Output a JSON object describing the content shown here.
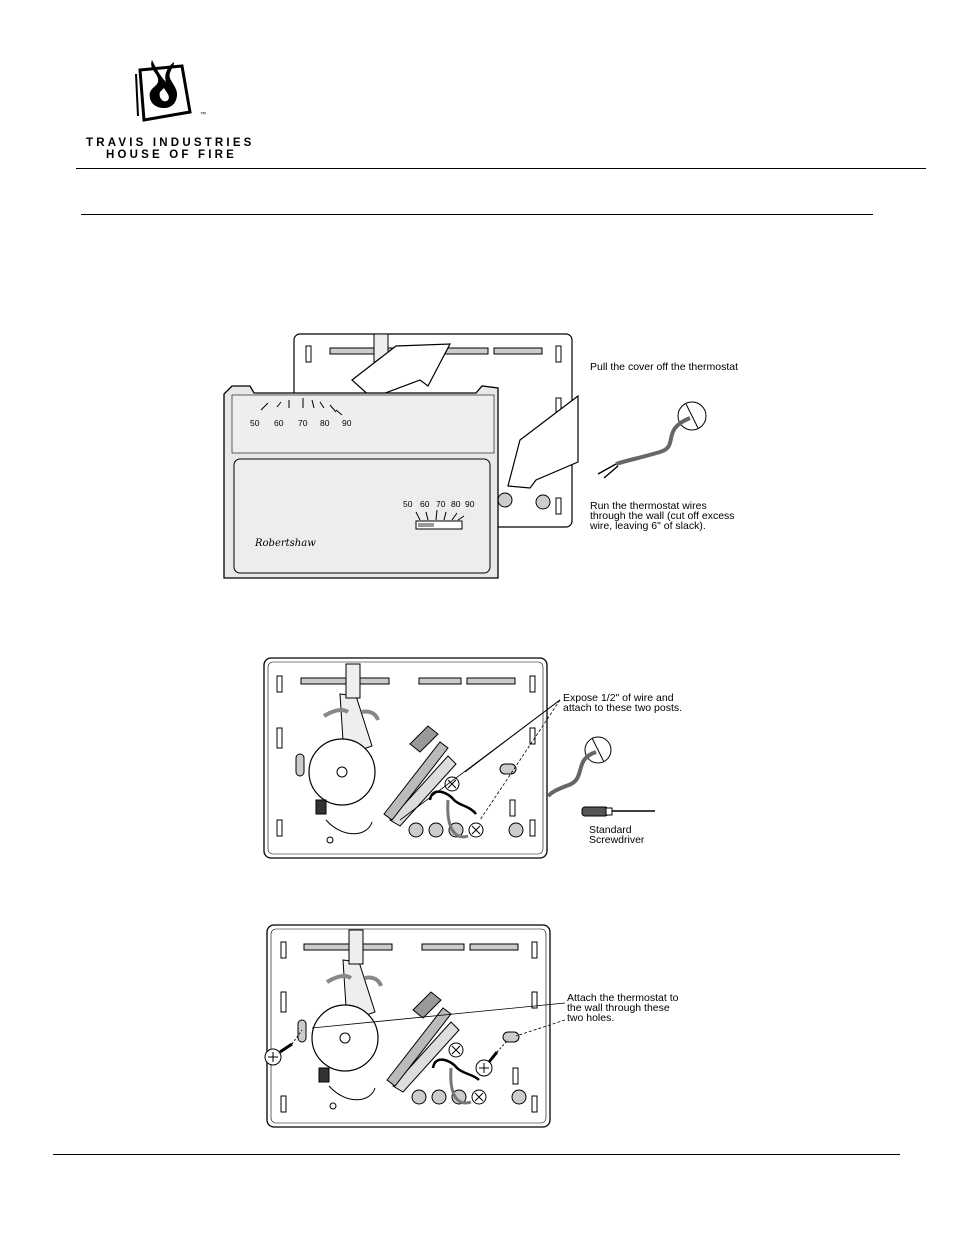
{
  "header": {
    "company_line1": "TRAVIS INDUSTRIES",
    "company_line2": "HOUSE OF FIRE",
    "trademark": "™"
  },
  "figure1": {
    "top_scale_ticks": [
      "50",
      "60",
      "70",
      "80",
      "90"
    ],
    "lower_scale_ticks": [
      "50",
      "60",
      "70",
      "80",
      "90"
    ],
    "brand": "Robertshaw",
    "caption_cover": "Pull the cover off the thermostat",
    "caption_wires": "Run the thermostat wires\nthrough the wall (cut off excess\nwire, leaving 6\" of slack)."
  },
  "figure2": {
    "caption_posts": "Expose 1/2\" of wire and\nattach to these two posts.",
    "caption_tool": "Standard\nScrewdriver"
  },
  "figure3": {
    "caption_holes": "Attach the thermostat to\nthe wall through these\ntwo holes."
  }
}
